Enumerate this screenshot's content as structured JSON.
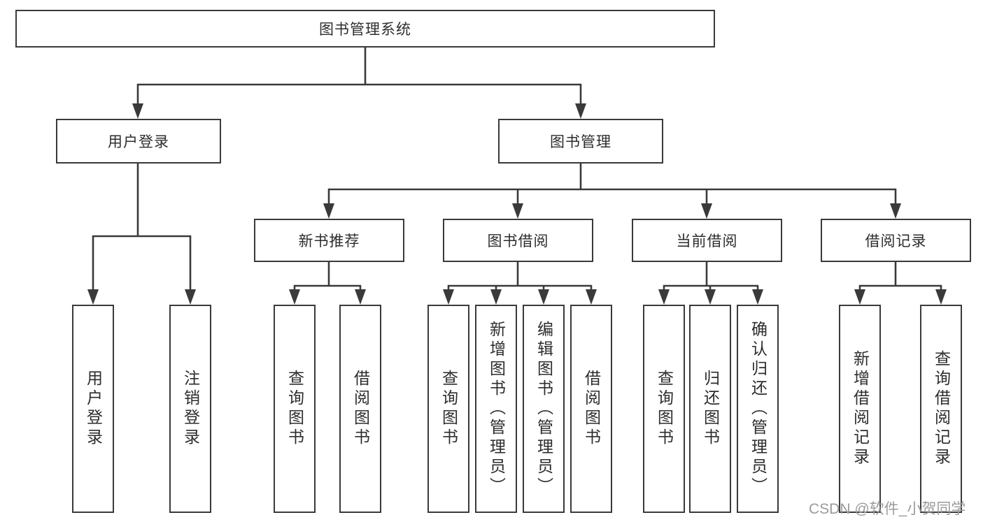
{
  "diagram": {
    "root": {
      "label": "图书管理系统"
    },
    "branches": [
      {
        "label": "用户登录",
        "children": [
          {
            "label": "用户登录"
          },
          {
            "label": "注销登录"
          }
        ]
      },
      {
        "label": "图书管理",
        "children": [
          {
            "label": "新书推荐",
            "children": [
              {
                "label": "查询图书"
              },
              {
                "label": "借阅图书"
              }
            ]
          },
          {
            "label": "图书借阅",
            "children": [
              {
                "label": "查询图书"
              },
              {
                "label": "新增图书（管理员）"
              },
              {
                "label": "编辑图书（管理员）"
              },
              {
                "label": "借阅图书"
              }
            ]
          },
          {
            "label": "当前借阅",
            "children": [
              {
                "label": "查询图书"
              },
              {
                "label": "归还图书"
              },
              {
                "label": "确认归还（管理员）"
              }
            ]
          },
          {
            "label": "借阅记录",
            "children": [
              {
                "label": "新增借阅记录"
              },
              {
                "label": "查询借阅记录"
              }
            ]
          }
        ]
      }
    ]
  },
  "watermark": {
    "text": "CSDN @软件_小贺同学"
  },
  "colors": {
    "line": "#3a3a3a",
    "border": "#3a3a3a",
    "text": "#2d2d2d",
    "watermark": "#9b9b9b",
    "background": "#ffffff"
  }
}
